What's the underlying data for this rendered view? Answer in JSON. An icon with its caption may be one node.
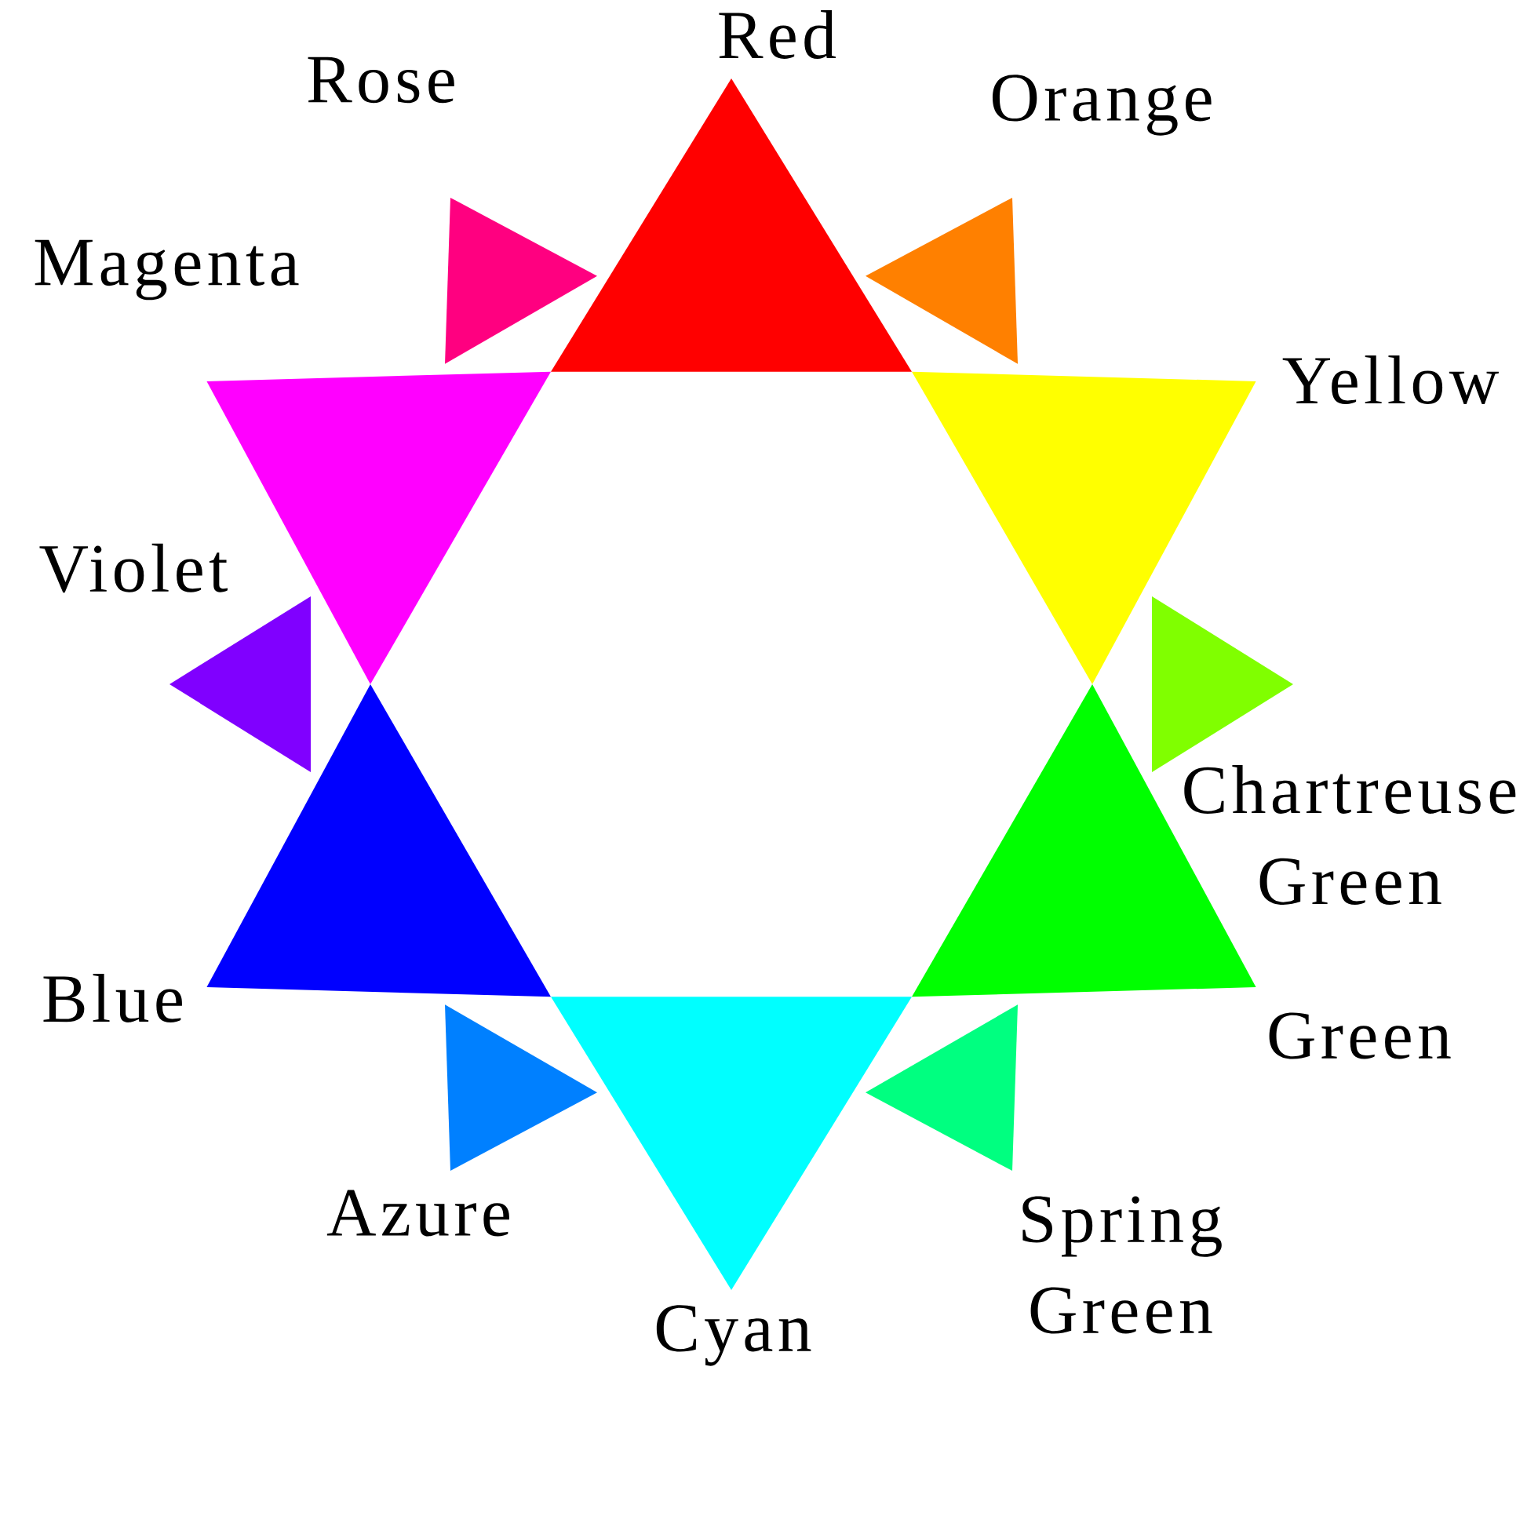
{
  "diagram": {
    "nodes": [
      {
        "text": [
          "Red"
        ]
      },
      {
        "text": [
          "Orange"
        ]
      },
      {
        "text": [
          "Yellow"
        ]
      },
      {
        "text": [
          "Chartreuse Green"
        ]
      },
      {
        "text": [
          "Green"
        ]
      },
      {
        "text": [
          "Spring Green"
        ]
      },
      {
        "text": [
          "Cyan"
        ]
      },
      {
        "text": [
          "Azure"
        ]
      },
      {
        "text": [
          "Blue"
        ]
      },
      {
        "text": [
          "Violet"
        ]
      },
      {
        "text": [
          "Magenta"
        ]
      },
      {
        "text": [
          "Rose"
        ]
      }
    ]
  }
}
